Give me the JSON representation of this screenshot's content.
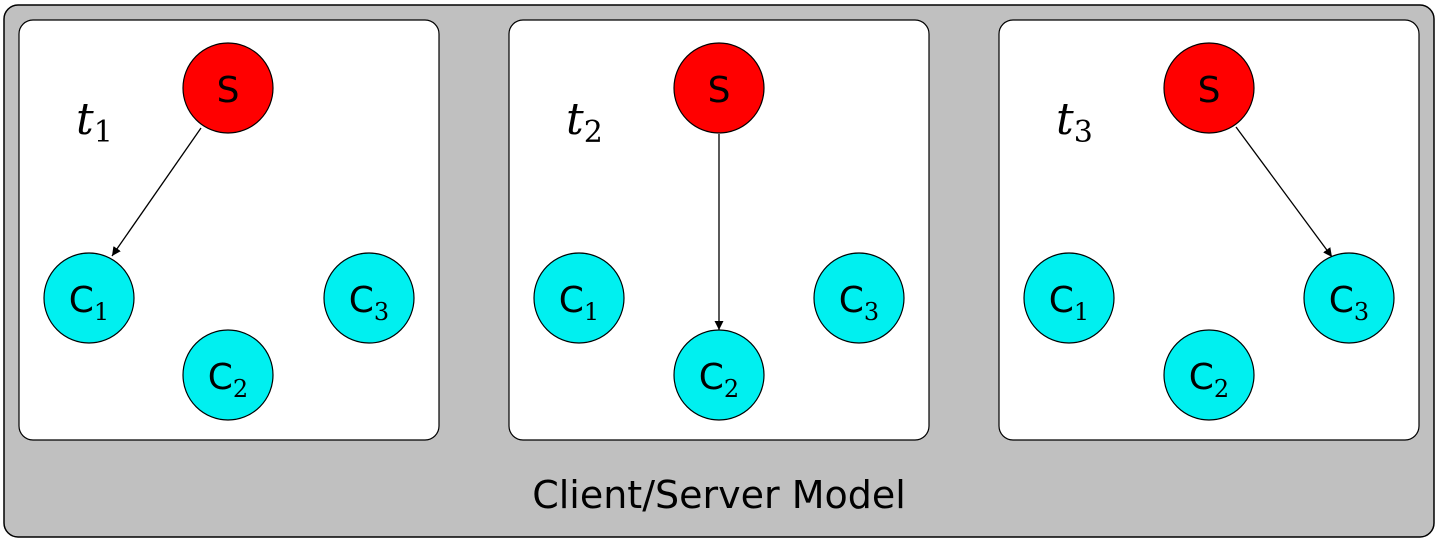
{
  "caption": "Client/Server Model",
  "colors": {
    "server": "#ff0000",
    "client": "#00f0f0",
    "frame": "#c0c0c0",
    "panel": "#ffffff"
  },
  "panels": [
    {
      "time_label": {
        "base": "t",
        "sub": "1"
      },
      "server": "S",
      "clients": [
        {
          "base": "C",
          "sub": "1"
        },
        {
          "base": "C",
          "sub": "2"
        },
        {
          "base": "C",
          "sub": "3"
        }
      ],
      "arrow_to": "C1"
    },
    {
      "time_label": {
        "base": "t",
        "sub": "2"
      },
      "server": "S",
      "clients": [
        {
          "base": "C",
          "sub": "1"
        },
        {
          "base": "C",
          "sub": "2"
        },
        {
          "base": "C",
          "sub": "3"
        }
      ],
      "arrow_to": "C2"
    },
    {
      "time_label": {
        "base": "t",
        "sub": "3"
      },
      "server": "S",
      "clients": [
        {
          "base": "C",
          "sub": "1"
        },
        {
          "base": "C",
          "sub": "2"
        },
        {
          "base": "C",
          "sub": "3"
        }
      ],
      "arrow_to": "C3"
    }
  ]
}
